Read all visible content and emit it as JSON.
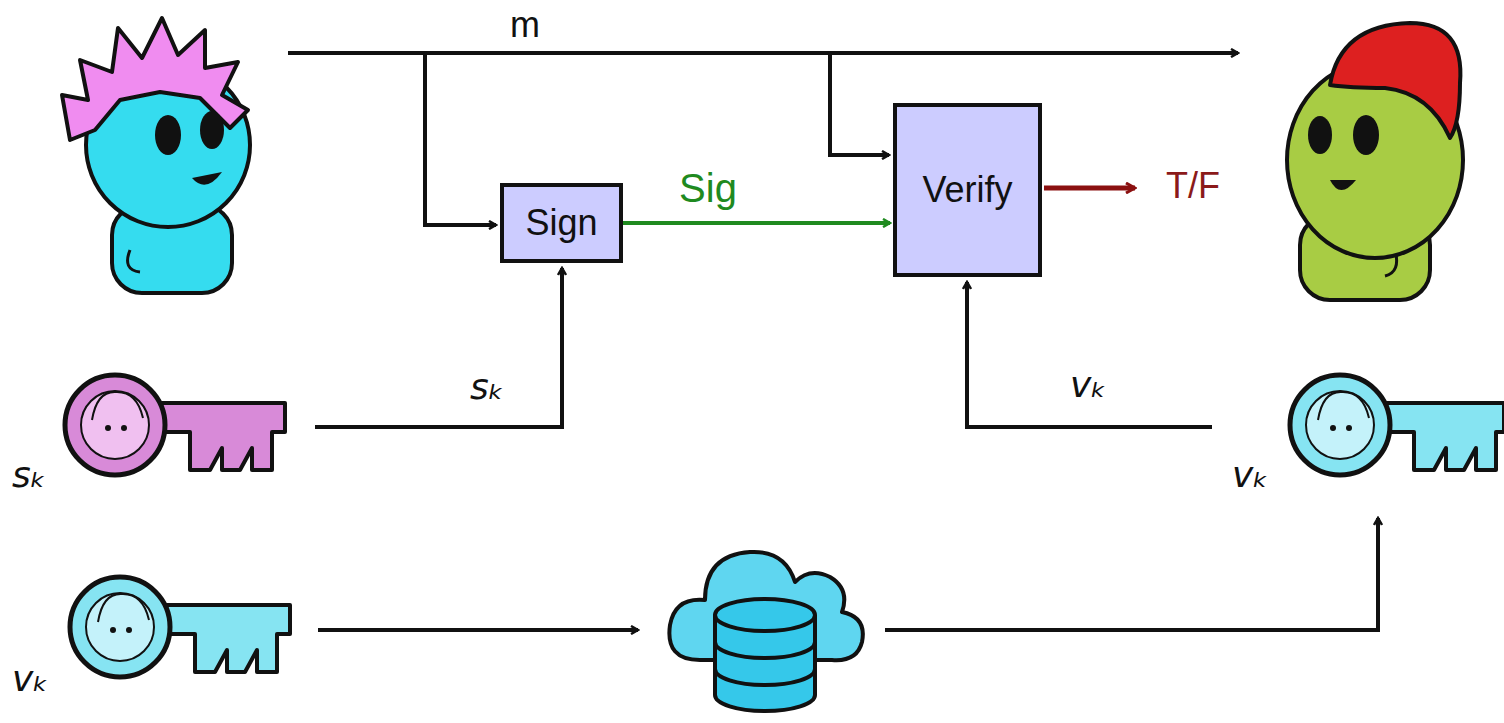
{
  "diagram": {
    "nodes": [
      {
        "text": [
          "Sign"
        ]
      },
      {
        "text": [
          "Verify"
        ]
      }
    ],
    "edges": [
      {
        "from": 0,
        "to": 1,
        "arrow": "to",
        "label": "Sig"
      }
    ],
    "labels": [
      "m",
      "T/F",
      "sₖ",
      "vₖ",
      "sₖ",
      "vₖ",
      "vₖ"
    ]
  }
}
